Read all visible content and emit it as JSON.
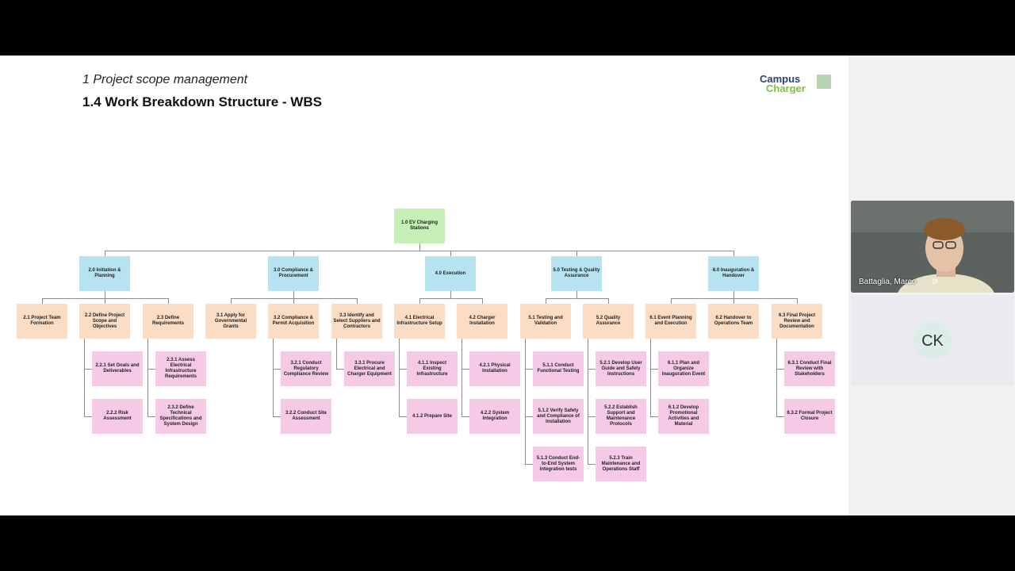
{
  "slide": {
    "subtitle": "1 Project scope management",
    "title": "1.4 Work Breakdown Structure - WBS",
    "logo_text": "Campus Charger"
  },
  "colors": {
    "root": "#c6efb6",
    "level2": "#b7e3f0",
    "level3": "#fbdcc4",
    "level4": "#f6c9e6"
  },
  "wbs": {
    "root": "1.0 EV Charging Stations",
    "phases": [
      {
        "label": "2.0 Initiation & Planning",
        "items": [
          {
            "label": "2.1 Project Team Formation",
            "tasks": []
          },
          {
            "label": "2.2 Define Project Scope and Objectives",
            "tasks": [
              "2.2.1 Set Goals and Deliverables",
              "2.2.2 Risk Assessment"
            ]
          },
          {
            "label": "2.3 Define Requirements",
            "tasks": [
              "2.3.1 Assess Electrical Infrastructure Requirements",
              "2.3.2 Define Technical Specifications and System Design"
            ]
          }
        ]
      },
      {
        "label": "3.0 Compliance & Procurement",
        "items": [
          {
            "label": "3.1 Apply for Governmental Grants",
            "tasks": []
          },
          {
            "label": "3.2 Compliance & Permit Acquisition",
            "tasks": [
              "3.2.1 Conduct Regulatory Compliance Review",
              "3.2.2 Conduct Site Assessment"
            ]
          },
          {
            "label": "3.3 Identify and Select Suppliers and Contractors",
            "tasks": [
              "3.3.1 Procure Electrical and Charger Equipment"
            ]
          }
        ]
      },
      {
        "label": "4.0 Execution",
        "items": [
          {
            "label": "4.1 Electrical Infrastructure Setup",
            "tasks": [
              "4.1.1 Inspect Existing Infrastructure",
              "4.1.2 Prepare Site"
            ]
          },
          {
            "label": "4.2 Charger Installation",
            "tasks": [
              "4.2.1 Physical Installation",
              "4.2.2 System Integration"
            ]
          }
        ]
      },
      {
        "label": "5.0 Testing & Quality Assurance",
        "items": [
          {
            "label": "5.1 Testing and Validation",
            "tasks": [
              "5.1.1 Conduct Functional Testing",
              "5.1.2 Verify Safety and Compliance of Installation",
              "5.1.3 Conduct End-to-End System Integration tests"
            ]
          },
          {
            "label": "5.2 Quality Assurance",
            "tasks": [
              "5.2.1 Develop User Guide and Safety Instructions",
              "5.2.2 Establish Support and Maintenance Protocols",
              "5.2.3 Train Maintenance and Operations Staff"
            ]
          }
        ]
      },
      {
        "label": "6.0 Inauguration & Handover",
        "items": [
          {
            "label": "6.1 Event Planning and Execution",
            "tasks": [
              "6.1.1 Plan and Organize Inauguration Event",
              "6.1.2 Develop Promotional Activities and Material"
            ]
          },
          {
            "label": "6.2 Handover to Operations Team",
            "tasks": []
          },
          {
            "label": "6.3 Final Project Review and Documentation",
            "tasks": [
              "6.3.1 Conduct Final Review with Stakeholders",
              "6.3.2 Formal Project Closure"
            ]
          }
        ]
      }
    ]
  },
  "participants": {
    "speaker_name": "Battaglia, Marco",
    "mic_icon": "mic-muted-icon",
    "other_initials": "CK"
  }
}
